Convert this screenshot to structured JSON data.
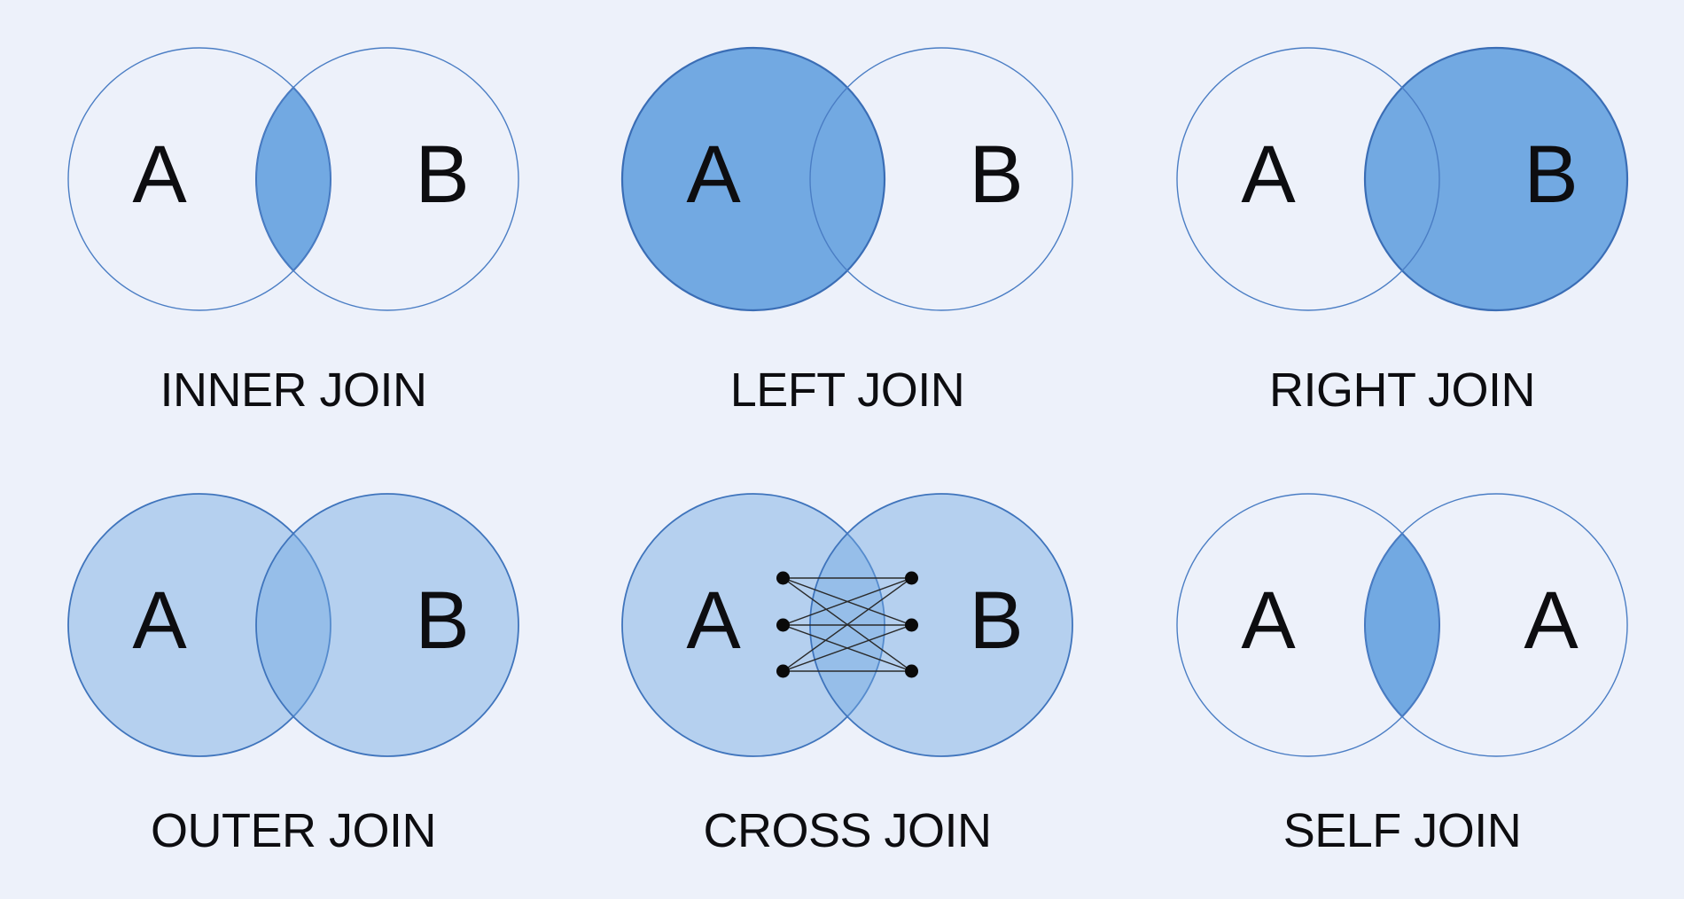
{
  "title": "SQL join types venn diagrams",
  "background_color": "#EDF1FA",
  "colors": {
    "thin_circle_stroke": "#4A7DC4",
    "filled_circle_stroke": "#3A6DB5",
    "light_circle_stroke": "#3F74BC",
    "solid_fill": "#72A9E2",
    "light_fill": "rgba(114,169,226,0.45)",
    "graph_dot": "#0a0a0a",
    "graph_edge": "#2a2a2a",
    "text": "#0d0d10"
  },
  "panels": [
    {
      "label": "INNER JOIN",
      "left_set": "A",
      "right_set": "B",
      "highlight": "intersection"
    },
    {
      "label": "LEFT JOIN",
      "left_set": "A",
      "right_set": "B",
      "highlight": "left"
    },
    {
      "label": "RIGHT JOIN",
      "left_set": "A",
      "right_set": "B",
      "highlight": "right"
    },
    {
      "label": "OUTER JOIN",
      "left_set": "A",
      "right_set": "B",
      "highlight": "both"
    },
    {
      "label": "CROSS JOIN",
      "left_set": "A",
      "right_set": "B",
      "highlight": "both",
      "bipartite_graph": {
        "left_nodes": 3,
        "right_nodes": 3,
        "edges": "complete"
      }
    },
    {
      "label": "SELF JOIN",
      "left_set": "A",
      "right_set": "A",
      "highlight": "intersection"
    }
  ]
}
